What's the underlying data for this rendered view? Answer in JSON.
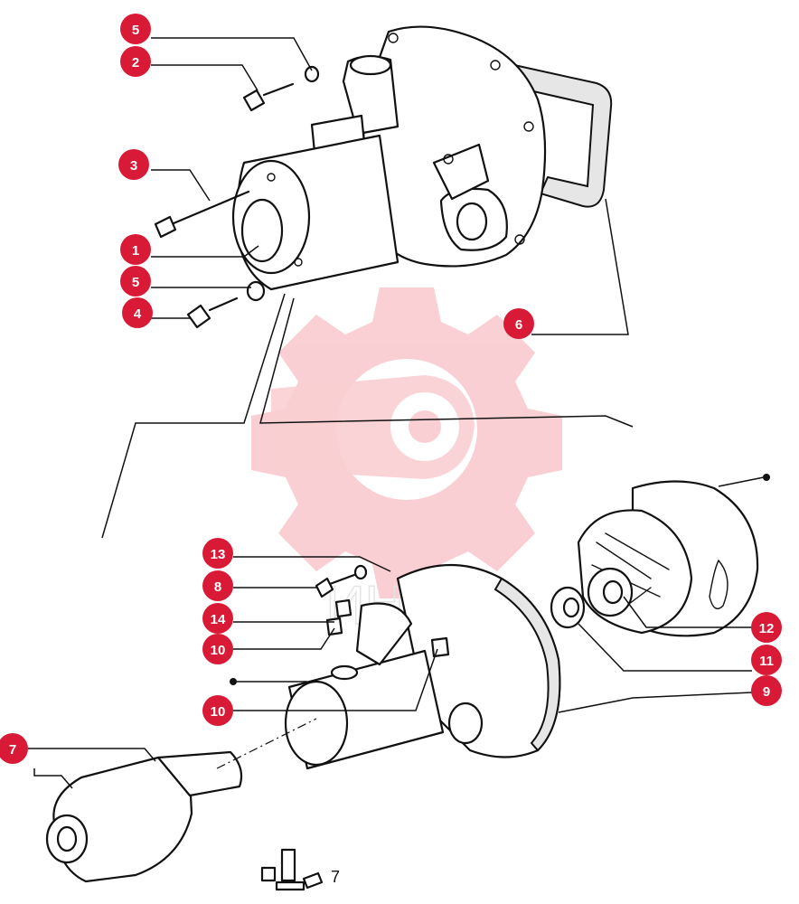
{
  "watermark": {
    "text": "ИНЦУ",
    "color": "#e8283a",
    "icon": "gear-wrench-logo"
  },
  "callout_color": "#d91a36",
  "callouts": [
    {
      "id": "c5a",
      "label": "5"
    },
    {
      "id": "c2",
      "label": "2"
    },
    {
      "id": "c3",
      "label": "3"
    },
    {
      "id": "c1",
      "label": "1"
    },
    {
      "id": "c5b",
      "label": "5"
    },
    {
      "id": "c4",
      "label": "4"
    },
    {
      "id": "c6",
      "label": "6"
    },
    {
      "id": "c13",
      "label": "13"
    },
    {
      "id": "c8",
      "label": "8"
    },
    {
      "id": "c14",
      "label": "14"
    },
    {
      "id": "c10a",
      "label": "10"
    },
    {
      "id": "c10b",
      "label": "10"
    },
    {
      "id": "c7",
      "label": "7"
    },
    {
      "id": "c12",
      "label": "12"
    },
    {
      "id": "c11",
      "label": "11"
    },
    {
      "id": "c9",
      "label": "9"
    }
  ],
  "kit_reference": {
    "label": "7",
    "icon": "parts-kit-icon"
  }
}
